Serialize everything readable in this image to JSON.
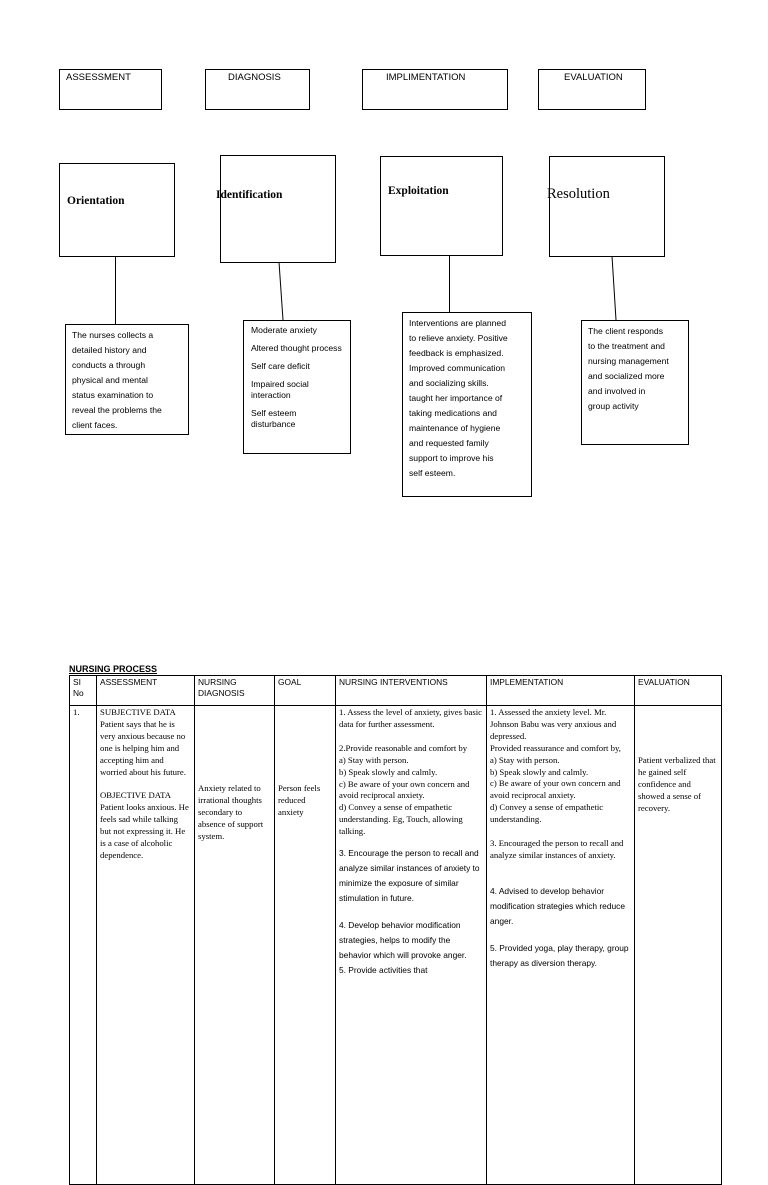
{
  "header_labels": [
    "ASSESSMENT",
    "DIAGNOSIS",
    "IMPLIMENTATION",
    "EVALUATION"
  ],
  "phases": {
    "orientation": "Orientation",
    "identification": "Identification",
    "exploitation": "Exploitation",
    "resolution": "Resolution"
  },
  "notes": {
    "orientation": [
      "The nurses  collects a",
      "detailed history and",
      "conducts a through",
      "physical and mental",
      "status examination to",
      "reveal the  problems the",
      "client faces."
    ],
    "identification": [
      "Moderate anxiety",
      "Altered thought process",
      "Self care deficit",
      "Impaired social interaction",
      "Self esteem disturbance"
    ],
    "exploitation": [
      "Interventions are planned",
      "to relieve anxiety. Positive",
      "feedback is emphasized.",
      "Improved communication",
      "and socializing skills.",
      "taught her importance of",
      "taking medications and",
      "maintenance of hygiene",
      "and requested family",
      "support to improve his",
      "self esteem."
    ],
    "resolution": [
      "The client responds",
      "to the treatment and",
      "nursing management",
      "and socialized more",
      "and involved in",
      "group activity"
    ]
  },
  "nursing_process": {
    "title": "NURSING PROCESS",
    "columns": [
      "SI No",
      "ASSESSMENT",
      "NURSING DIAGNOSIS",
      "GOAL",
      "NURSING INTERVENTIONS",
      "IMPLEMENTATION",
      "EVALUATION"
    ],
    "row": {
      "si": "1.",
      "assessment": [
        "SUBJECTIVE DATA",
        "Patient says that he is very anxious because no one is helping him and accepting him and worried about his future.",
        "",
        "OBJECTIVE DATA",
        "Patient looks anxious. He feels sad while talking but not expressing it. He is a case of alcoholic dependence."
      ],
      "diagnosis": "Anxiety related to irrational thoughts secondary to absence of support system.",
      "goal": "Person feels reduced anxiety",
      "interventions": [
        "1. Assess the level of anxiety, gives basic data for further assessment.",
        "",
        "2.Provide reasonable and comfort by",
        "a) Stay with person.",
        "b) Speak slowly and calmly.",
        "c) Be aware of your own concern and avoid reciprocal anxiety.",
        "d) Convey a sense of empathetic understanding. Eg, Touch, allowing talking."
      ],
      "interventions_sans": [
        "3. Encourage the person to recall and analyze similar instances of anxiety to minimize the exposure of similar stimulation in future.",
        "",
        "4. Develop behavior modification strategies, helps to modify the behavior which will provoke anger.",
        "5. Provide activities that"
      ],
      "implementation": [
        "1. Assessed the anxiety level. Mr. Johnson Babu was very anxious and depressed.",
        "Provided reassurance and comfort by,",
        " a) Stay with person.",
        "b) Speak slowly and calmly.",
        "c) Be aware of your own concern and avoid reciprocal anxiety.",
        "d) Convey a sense of empathetic understanding.",
        "",
        "3. Encouraged the person to recall and analyze similar instances of anxiety."
      ],
      "implementation_sans": [
        "4. Advised to develop behavior modification strategies which reduce anger.",
        "",
        "5. Provided yoga, play therapy, group therapy as diversion therapy."
      ],
      "evaluation": "Patient verbalized that he gained self confidence and showed a sense of recovery."
    }
  }
}
